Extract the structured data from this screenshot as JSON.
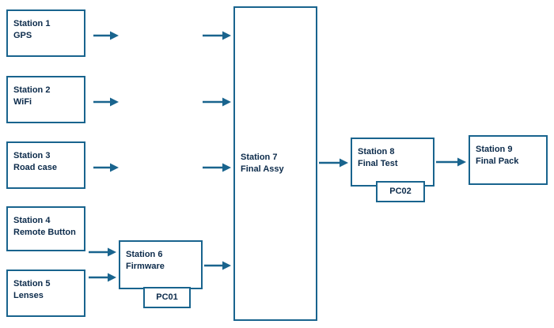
{
  "title": "Production line station flow diagram",
  "colors": {
    "border": "#19648e",
    "text": "#0c2b4b",
    "arrow": "#19648e",
    "bg": "#ffffff"
  },
  "boxes": {
    "station1": {
      "line1": "Station 1",
      "line2": "GPS"
    },
    "station2": {
      "line1": "Station 2",
      "line2": "WiFi"
    },
    "station3": {
      "line1": "Station 3",
      "line2": "Road case"
    },
    "station4": {
      "line1": "Station 4",
      "line2": "Remote Button"
    },
    "station5": {
      "line1": "Station 5",
      "line2": "Lenses"
    },
    "station6": {
      "line1": "Station 6",
      "line2": "Firmware"
    },
    "station7": {
      "line1": "Station 7",
      "line2": "Final Assy"
    },
    "station8": {
      "line1": "Station 8",
      "line2": "Final Test"
    },
    "station9": {
      "line1": "Station 9",
      "line2": "Final Pack"
    },
    "pc01": {
      "label": "PC01"
    },
    "pc02": {
      "label": "PC02"
    }
  }
}
